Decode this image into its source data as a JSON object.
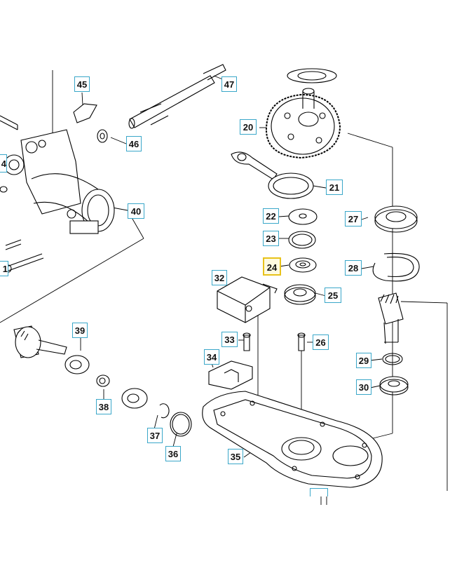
{
  "diagram": {
    "accent_color": "#3aa7c9",
    "highlight_color": "#e8c21a",
    "highlighted_part": "24",
    "part_labels": {
      "p45": "45",
      "p47": "47",
      "p46": "46",
      "p40": "40",
      "p4": "4",
      "p1": "1",
      "p20": "20",
      "p21": "21",
      "p22": "22",
      "p23": "23",
      "p24": "24",
      "p25": "25",
      "p26": "26",
      "p27": "27",
      "p28": "28",
      "p29": "29",
      "p30": "30",
      "p32": "32",
      "p33": "33",
      "p34": "34",
      "p35": "35",
      "p36": "36",
      "p37": "37",
      "p38": "38",
      "p39": "39"
    }
  }
}
